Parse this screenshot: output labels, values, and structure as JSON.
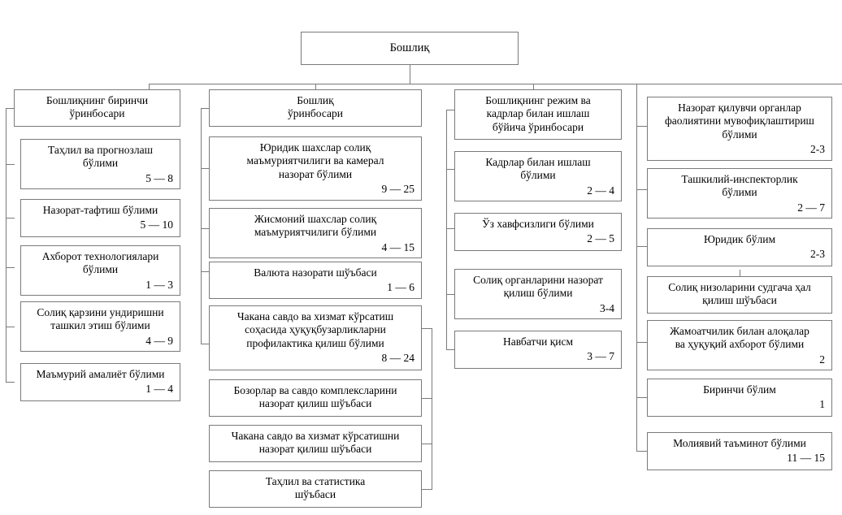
{
  "diagram": {
    "title": "Бошлиқ",
    "root": {
      "label": "Бошлиқ"
    },
    "columns": [
      {
        "id": "column-1",
        "head": {
          "label": "Бошлиқнинг биринчи\nўринбосари",
          "code": ""
        },
        "items": [
          {
            "label": "Таҳлил ва прогнозлаш\nбўлими",
            "code": "5 — 8"
          },
          {
            "label": "Назорат-тафтиш бўлими",
            "code": "5 — 10"
          },
          {
            "label": "Ахборот технологиялари\nбўлими",
            "code": "1 — 3"
          },
          {
            "label": "Солиқ қарзини ундиришни\nташкил этиш бўлими",
            "code": "4 — 9"
          },
          {
            "label": "Маъмурий амалиёт бўлими",
            "code": "1 — 4"
          }
        ]
      },
      {
        "id": "column-2",
        "head": {
          "label": "Бошлиқ\nўринбосари",
          "code": ""
        },
        "items": [
          {
            "label": "Юридик шахслар солиқ\nмаъмуриятчилиги ва камерал\nназорат бўлими",
            "code": "9 — 25"
          },
          {
            "label": "Жисмоний шахслар солиқ\nмаъмуриятчилиги бўлими",
            "code": "4 — 15"
          },
          {
            "label": "Валюта назорати шўъбаси",
            "code": "1 — 6"
          },
          {
            "label": "Чакана савдо ва хизмат кўрсатиш\nсоҳасида ҳуқуқбузарликларни\nпрофилактика қилиш бўлими",
            "code": "8 — 24"
          },
          {
            "label": "Бозорлар ва савдо комплексларини\nназорат қилиш шўъбаси",
            "code": ""
          },
          {
            "label": "Чакана савдо ва хизмат кўрсатишни\nназорат қилиш шўъбаси",
            "code": ""
          },
          {
            "label": "Таҳлил ва статистика\nшўъбаси",
            "code": ""
          }
        ]
      },
      {
        "id": "column-3",
        "head": {
          "label": "Бошлиқнинг режим ва\nкадрлар билан ишлаш\nбўйича ўринбосари",
          "code": ""
        },
        "items": [
          {
            "label": "Кадрлар билан ишлаш\nбўлими",
            "code": "2 — 4"
          },
          {
            "label": "Ўз хавфсизлиги бўлими",
            "code": "2 — 5"
          },
          {
            "label": "Солиқ органларини назорат\nқилиш бўлими",
            "code": "3-4"
          },
          {
            "label": "Навбатчи қисм",
            "code": "3 — 7"
          }
        ]
      },
      {
        "id": "column-4",
        "head": null,
        "items": [
          {
            "label": "Назорат қилувчи органлар\nфаолиятини мувофиқлаштириш\nбўлими",
            "code": "2-3"
          },
          {
            "label": "Ташкилий-инспекторлик\nбўлими",
            "code": "2 — 7"
          },
          {
            "label": "Юридик бўлим",
            "code": "2-3"
          },
          {
            "label": "Солиқ низоларини судгача ҳал\nқилиш шўъбаси",
            "code": ""
          },
          {
            "label": "Жамоатчилик билан алоқалар\nва ҳуқуқий ахборот бўлими",
            "code": "2"
          },
          {
            "label": "Биринчи бўлим",
            "code": "1"
          },
          {
            "label": "Молиявий таъминот бўлими",
            "code": "11 — 15"
          }
        ]
      }
    ]
  }
}
